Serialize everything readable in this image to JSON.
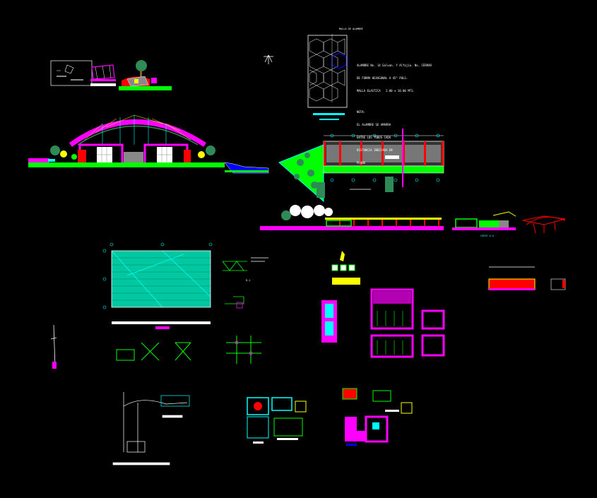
{
  "drawing": {
    "background_color": "#000000",
    "accent_colors": {
      "magenta": "#ff00ff",
      "cyan": "#00ffff",
      "green": "#00ff00",
      "yellow": "#ffff00",
      "red": "#ff0000",
      "blue": "#0000ff",
      "white": "#ffffff",
      "gray": "#888888"
    },
    "fabric_title": "MALLA DE ALAMBRE",
    "fabric_notes": [
      "ALAMBRE No. 14 Galvan. Y Alfajía. No. CERRAR",
      "DE FORMA HEXAGONAL A 45° PULG.",
      "MALLA ELASTICA   2.00 x 10.00 MTS.",
      "",
      "NOTA:",
      "EL ALAMBRE SE AMARRA",
      "ENTRE LOS TUBOS CADA",
      "DISTANCIA INDICADA EN",
      "PLANO"
    ],
    "section_label": "CORTE A-A",
    "detail_label": "D-1"
  }
}
